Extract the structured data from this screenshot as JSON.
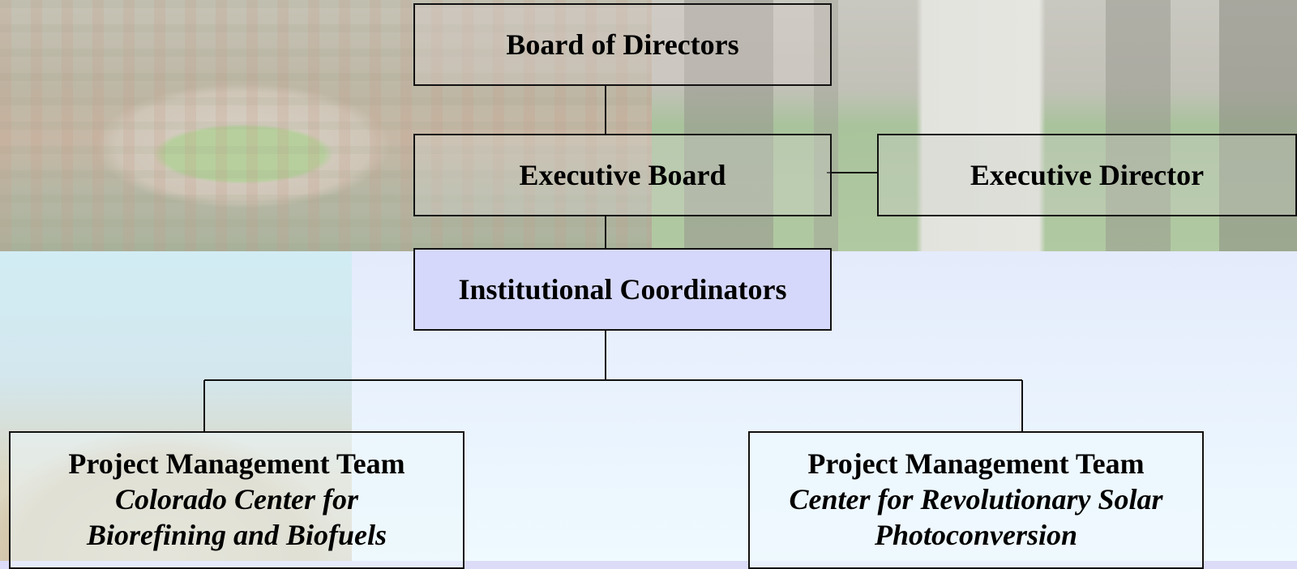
{
  "board_of_directors": {
    "title": "Board of Directors"
  },
  "executive_board": {
    "title": "Executive Board"
  },
  "executive_director": {
    "title": "Executive Director"
  },
  "institutional_coordinators": {
    "title": "Institutional Coordinators"
  },
  "pmt_left": {
    "title": "Project Management Team",
    "subtitle_line1": "Colorado Center for",
    "subtitle_line2": "Biorefining and Biofuels"
  },
  "pmt_right": {
    "title": "Project Management Team",
    "subtitle_line1": "Center for Revolutionary Solar",
    "subtitle_line2": "Photoconversion"
  },
  "colors": {
    "connector": "#111111",
    "institutional_fill": "#d6d8fb",
    "page_background": "#e6eefc"
  }
}
